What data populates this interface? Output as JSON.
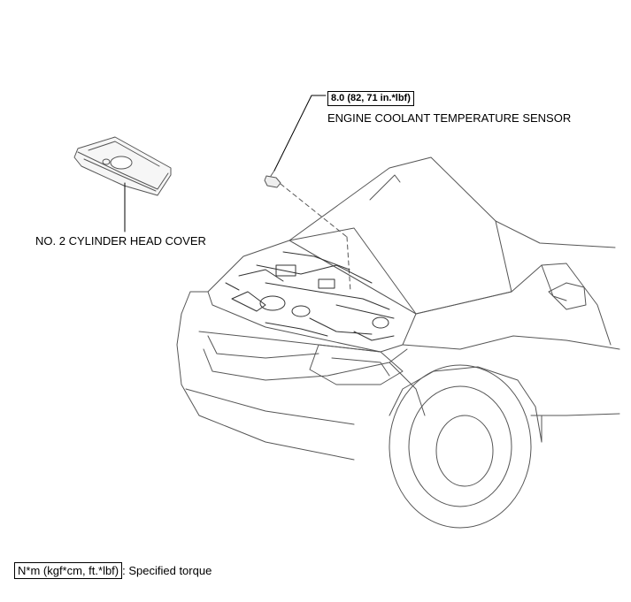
{
  "labels": {
    "torque_value": "8.0 (82, 71 in.*lbf)",
    "sensor": "ENGINE COOLANT TEMPERATURE SENSOR",
    "cover": "NO. 2 CYLINDER HEAD COVER"
  },
  "legend": {
    "unit": "N*m (kgf*cm, ft.*lbf)",
    "description": ": Specified torque"
  }
}
